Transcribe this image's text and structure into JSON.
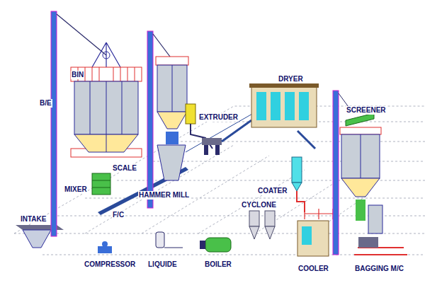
{
  "diagram": {
    "labels": [
      "B/E",
      "BIN",
      "MIXER",
      "SCALE",
      "F/C",
      "HAMMER MILL",
      "EXTRUDER",
      "DRYER",
      "COATER",
      "CYCLONE",
      "SCREENER",
      "COOLER",
      "BAGGING M/C",
      "INTAKE",
      "COMPRESSOR",
      "LIQUIDE",
      "BOILER"
    ]
  }
}
